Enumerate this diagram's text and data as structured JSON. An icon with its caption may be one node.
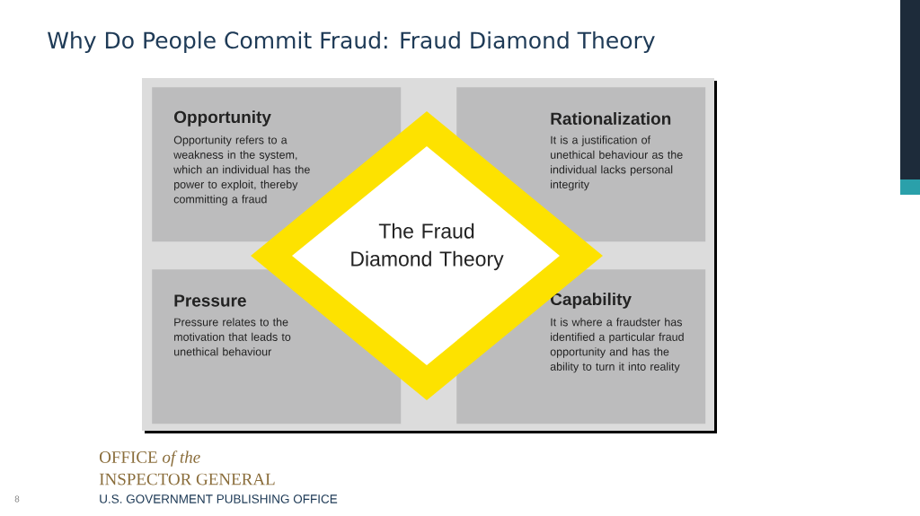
{
  "diagram": {
    "title": "Why Do People Commit Fraud: Fraud Diamond Theory",
    "nodes": [
      {
        "text": [
          "Opportunity",
          "Opportunity refers to a weakness in the system, which an individual has the power to exploit, thereby committing a fraud"
        ]
      },
      {
        "text": [
          "Rationalization",
          "It is a justification of unethical behaviour as the individual lacks personal integrity"
        ]
      },
      {
        "text": [
          "Pressure",
          "Pressure relates to the motivation that leads to unethical behaviour"
        ]
      },
      {
        "text": [
          "Capability",
          "It is where a fraudster has identified a particular fraud opportunity and has the ability to turn it into reality"
        ]
      },
      {
        "text": [
          "The Fraud Diamond Theory"
        ]
      }
    ],
    "labels": [
      "8",
      "OFFICE *of the*",
      "INSPECTOR GENERAL",
      "U.S. GOVERNMENT PUBLISHING OFFICE"
    ]
  }
}
